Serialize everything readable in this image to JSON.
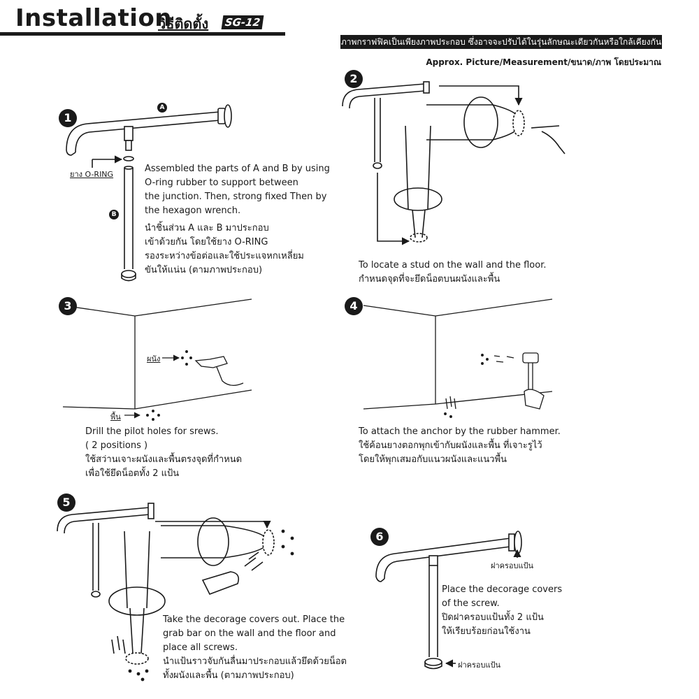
{
  "header": {
    "title": "Installation",
    "title_th": "วิธีติดตั้ง",
    "model": "SG-12",
    "disclaimer": "ภาพกราฟฟิคเป็นเพียงภาพประกอบ ซึ่งอาจจะปรับได้ในรุ่นลักษณะเดียวกันหรือใกล้เคียงกัน",
    "approx_note": "Approx. Picture/Measurement/ขนาด/ภาพ โดยประมาณ"
  },
  "step1": {
    "number": "1",
    "part_a": "A",
    "part_b": "B",
    "oring_label": "ยาง O-RING",
    "text_en": [
      "Assembled the parts of A and B by using",
      "O-ring rubber to support between",
      "the junction. Then, strong fixed Then by",
      "the hexagon wrench."
    ],
    "text_th": [
      "นำชิ้นส่วน A และ B มาประกอบ",
      "เข้าด้วยกัน โดยใช้ยาง O-RING",
      "รองระหว่างข้อต่อและใช้ประแจหกเหลี่ยม",
      "ขันให้แน่น (ตามภาพประกอบ)"
    ]
  },
  "step2": {
    "number": "2",
    "text_en": "To locate a stud on the wall and the floor.",
    "text_th": "กำหนดจุดที่จะยึดน็อตบนผนังและพื้น"
  },
  "step3": {
    "number": "3",
    "wall_label": "ผนัง",
    "floor_label": "พื้น",
    "text_en": [
      "Drill the pilot holes for srews.",
      "( 2 positions )"
    ],
    "text_th": [
      "ใช้สว่านเจาะผนังและพื้นตรงจุดที่กำหนด",
      "เพื่อใช้ยึดน็อตทั้ง 2 แป้น"
    ]
  },
  "step4": {
    "number": "4",
    "text_en": "To attach the anchor by the rubber hammer.",
    "text_th": [
      "ใช้ค้อนยางตอกพุกเข้ากับผนังและพื้น ที่เจาะรูไว้",
      "โดยให้พุกเสมอกับแนวผนังและแนวพื้น"
    ]
  },
  "step5": {
    "number": "5",
    "text_en": [
      "Take the decorage covers out. Place the",
      "grab bar  on the wall and the floor and",
      "place all screws."
    ],
    "text_th": [
      "นำแป้นราวจับกันลื่นมาประกอบแล้วยึดด้วยน็อต",
      "ทั้งผนังและพื้น (ตามภาพประกอบ)"
    ]
  },
  "step6": {
    "number": "6",
    "cover_label_top": "ฝาครอบแป้น",
    "cover_label_bottom": "ฝาครอบแป้น",
    "text_en": [
      "Place the decorage covers",
      "of the screw."
    ],
    "text_th": [
      "ปิดฝาครอบแป้นทั้ง 2 แป้น",
      "ให้เรียบร้อยก่อนใช้งาน"
    ]
  }
}
